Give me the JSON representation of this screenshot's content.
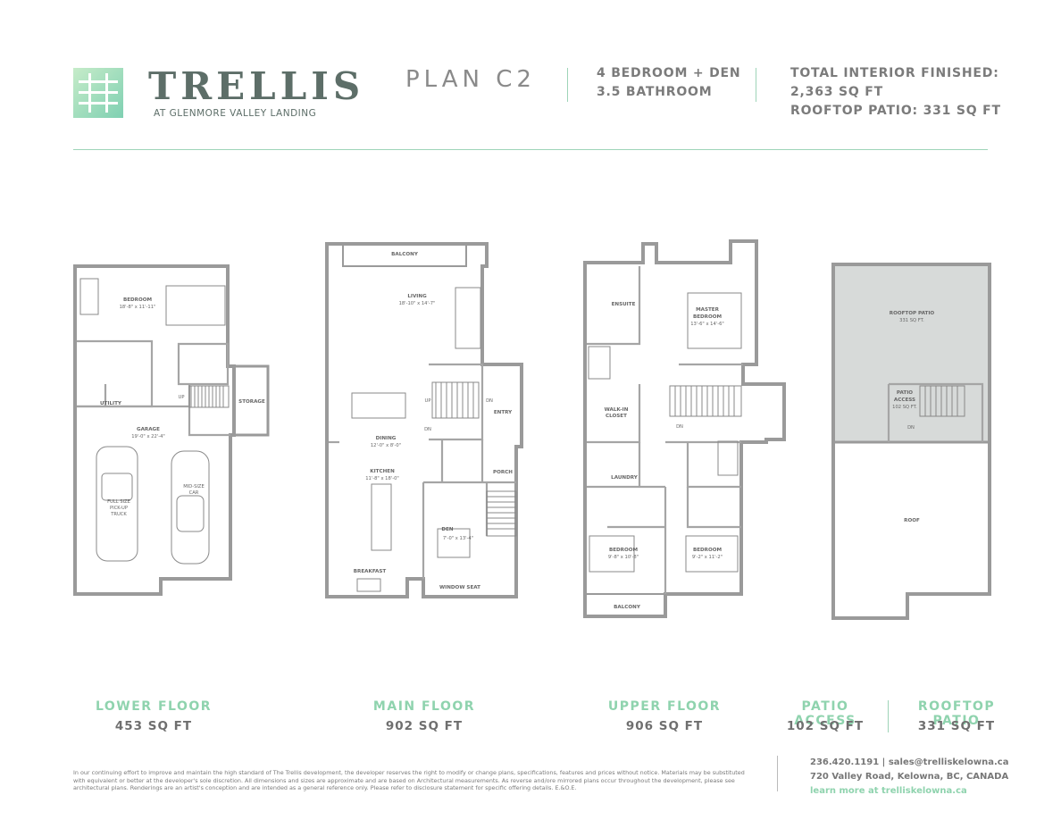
{
  "brand": {
    "name": "TRELLIS",
    "subtitle": "AT GLENMORE VALLEY LANDING",
    "accent": "#8fd3ae",
    "logo_icon": "trellis-grid-icon"
  },
  "plan": {
    "name": "PLAN C2",
    "bedrooms": "4 BEDROOM + DEN",
    "bathrooms": "3.5 BATHROOM",
    "interior_label": "TOTAL INTERIOR FINISHED:",
    "interior_value": "2,363 SQ FT",
    "rooftop_value": "ROOFTOP PATIO: 331 SQ FT"
  },
  "lower": {
    "bedroom": {
      "name": "BEDROOM",
      "dims": "18'-8\" x 11'-11\""
    },
    "utility": "UTILITY",
    "storage": "STORAGE",
    "garage": {
      "name": "GARAGE",
      "dims": "19'-0\" x 22'-4\""
    },
    "truck": [
      "FULL SIZE",
      "PICK-UP",
      "TRUCK"
    ],
    "car": [
      "MID-SIZE",
      "CAR"
    ],
    "up": "UP"
  },
  "main": {
    "balcony": "BALCONY",
    "living": {
      "name": "LIVING",
      "dims": "18'-10\" x 14'-7\""
    },
    "dining": {
      "name": "DINING",
      "dims": "12'-0\" x 8'-0\""
    },
    "kitchen": {
      "name": "KITCHEN",
      "dims": "11'-8\" x 18'-0\""
    },
    "entry": "ENTRY",
    "porch": "PORCH",
    "den": {
      "name": "DEN",
      "dims": "7'-0\" x 13'-4\""
    },
    "breakfast": "BREAKFAST",
    "window_seat": "WINDOW SEAT",
    "up": "UP",
    "dn": "DN"
  },
  "upper": {
    "ensuite": "ENSUITE",
    "master": {
      "name": "MASTER",
      "name2": "BEDROOM",
      "dims": "13'-6\" x 14'-6\""
    },
    "walkin": [
      "WALK-IN",
      "CLOSET"
    ],
    "laundry": "LAUNDRY",
    "bed1": {
      "name": "BEDROOM",
      "dims": "9'-8\" x 10'-8\""
    },
    "bed2": {
      "name": "BEDROOM",
      "dims": "9'-2\" x 11'-2\""
    },
    "balcony": "BALCONY",
    "dn": "DN"
  },
  "roof": {
    "patio": {
      "name": "ROOFTOP PATIO",
      "size": "331 SQ FT."
    },
    "access": {
      "name": "PATIO",
      "name2": "ACCESS",
      "size": "102 SQ FT."
    },
    "roof": "ROOF",
    "dn": "DN"
  },
  "floors": [
    {
      "label": "LOWER FLOOR",
      "size": "453 SQ FT"
    },
    {
      "label": "MAIN FLOOR",
      "size": "902 SQ FT"
    },
    {
      "label": "UPPER FLOOR",
      "size": "906 SQ FT"
    },
    {
      "label": "PATIO ACCESS",
      "size": "102 SQ FT"
    },
    {
      "label": "ROOFTOP PATIO",
      "size": "331 SQ FT"
    }
  ],
  "disclaimer": "In our continuing effort to improve and maintain the high standard of The Trellis development, the developer reserves the right to modify or change plans, specifications, features and prices without notice. Materials may be substituted with equivalent or better at the developer's sole discretion. All dimensions and sizes are approximate and are based on Architectural measurements. As reverse and/ore mirrored plans occur throughout the development, please see architectural plans. Renderings are an artist's conception and are intended as a general reference only. Please refer to disclosure statement for specific offering details. E.&O.E.",
  "contact": {
    "phone": "236.420.1191",
    "email": "sales@trelliskelowna.ca",
    "address": "720 Valley Road, Kelowna, BC, CANADA",
    "learn_more": "learn more at trelliskelowna.ca"
  }
}
